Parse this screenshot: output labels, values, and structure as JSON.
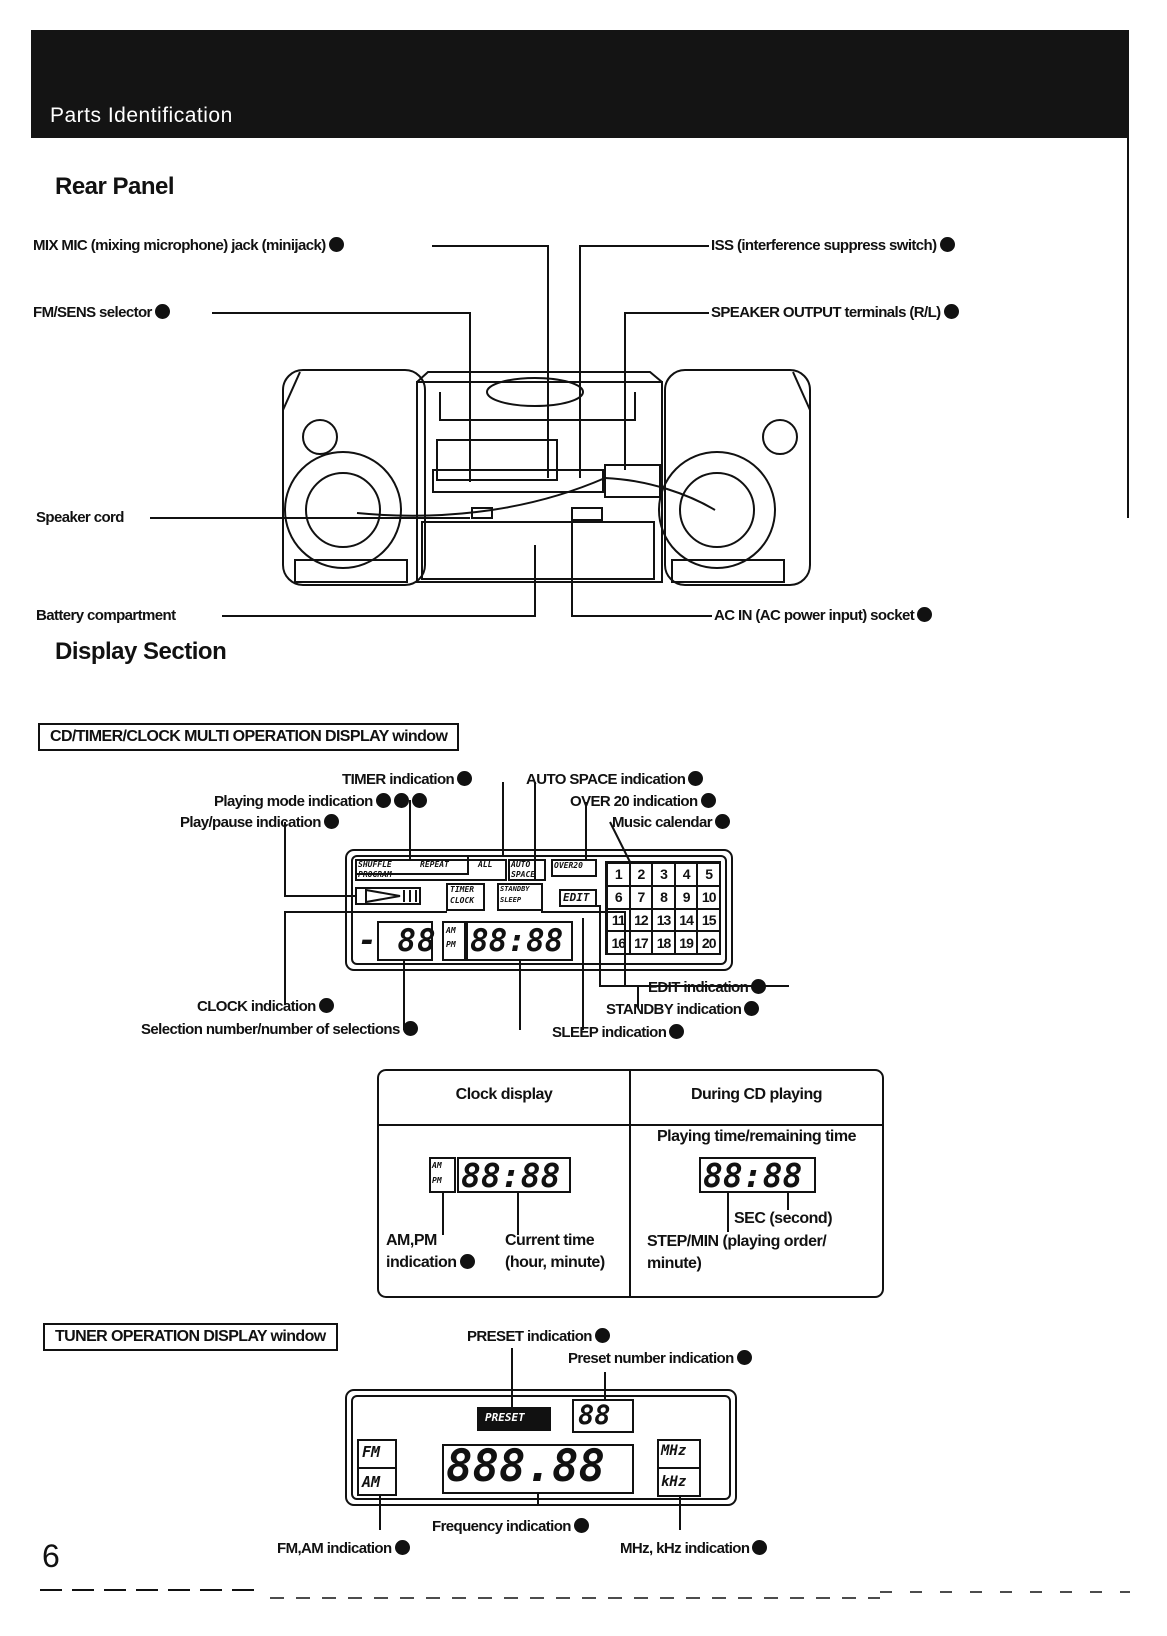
{
  "header": {
    "title": "Parts Identification"
  },
  "rear_panel": {
    "title": "Rear Panel",
    "labels": {
      "mix_mic": "MIX MIC (mixing microphone) jack (minijack)",
      "iss": "ISS (interference suppress switch)",
      "fm_sens": "FM/SENS selector",
      "speaker_output": "SPEAKER OUTPUT terminals (R/L)",
      "speaker_cord": "Speaker cord",
      "battery": "Battery compartment",
      "ac_in": "AC IN (AC power input) socket"
    }
  },
  "display_section": {
    "title": "Display Section",
    "cd_window": {
      "title": "CD/TIMER/CLOCK MULTI OPERATION DISPLAY window",
      "labels": {
        "timer": "TIMER indication",
        "auto_space": "AUTO SPACE indication",
        "playing_mode": "Playing mode indication",
        "over20": "OVER 20 indication",
        "play_pause": "Play/pause indication",
        "music_calendar": "Music calendar",
        "clock": "CLOCK indication",
        "selection": "Selection number/number of selections",
        "edit": "EDIT indication",
        "standby": "STANDBY indication",
        "sleep": "SLEEP indication"
      },
      "lcd": {
        "shuffle": "SHUFFLE",
        "program": "PROGRAM",
        "repeat": "REPEAT",
        "all": "ALL",
        "auto": "AUTO",
        "space": "SPACE",
        "over20": "OVER20",
        "timer": "TIMER",
        "clock": "CLOCK",
        "standby": "STANDBY",
        "sleep": "SLEEP",
        "edit": "EDIT",
        "am": "AM",
        "pm": "PM",
        "track_digits": "- 88",
        "time_digits": "88:88",
        "calendar": [
          "1",
          "2",
          "3",
          "4",
          "5",
          "6",
          "7",
          "8",
          "9",
          "10",
          "11",
          "12",
          "13",
          "14",
          "15",
          "16",
          "17",
          "18",
          "19",
          "20"
        ]
      },
      "table": {
        "col1_header": "Clock display",
        "col2_header": "During CD playing",
        "col2_sub": "Playing time/remaining time",
        "col1_digits": "88:88",
        "col2_digits": "88:88",
        "am_pm_l1": "AM,PM",
        "am_pm_l2": "indication",
        "current_l1": "Current time",
        "current_l2": "(hour, minute)",
        "sec": "SEC (second)",
        "step_l1": "STEP/MIN (playing order/",
        "step_l2": "minute)"
      }
    },
    "tuner_window": {
      "title": "TUNER OPERATION DISPLAY window",
      "labels": {
        "preset": "PRESET indication",
        "preset_number": "Preset number indication",
        "frequency": "Frequency indication",
        "fm_am": "FM,AM indication",
        "mhz_khz": "MHz, kHz indication"
      },
      "lcd": {
        "preset": "PRESET",
        "preset_digits": "88",
        "fm": "FM",
        "am": "AM",
        "freq_digits": "888.88",
        "mhz": "MHz",
        "khz": "kHz"
      }
    }
  },
  "footer": {
    "page_number": "6"
  }
}
